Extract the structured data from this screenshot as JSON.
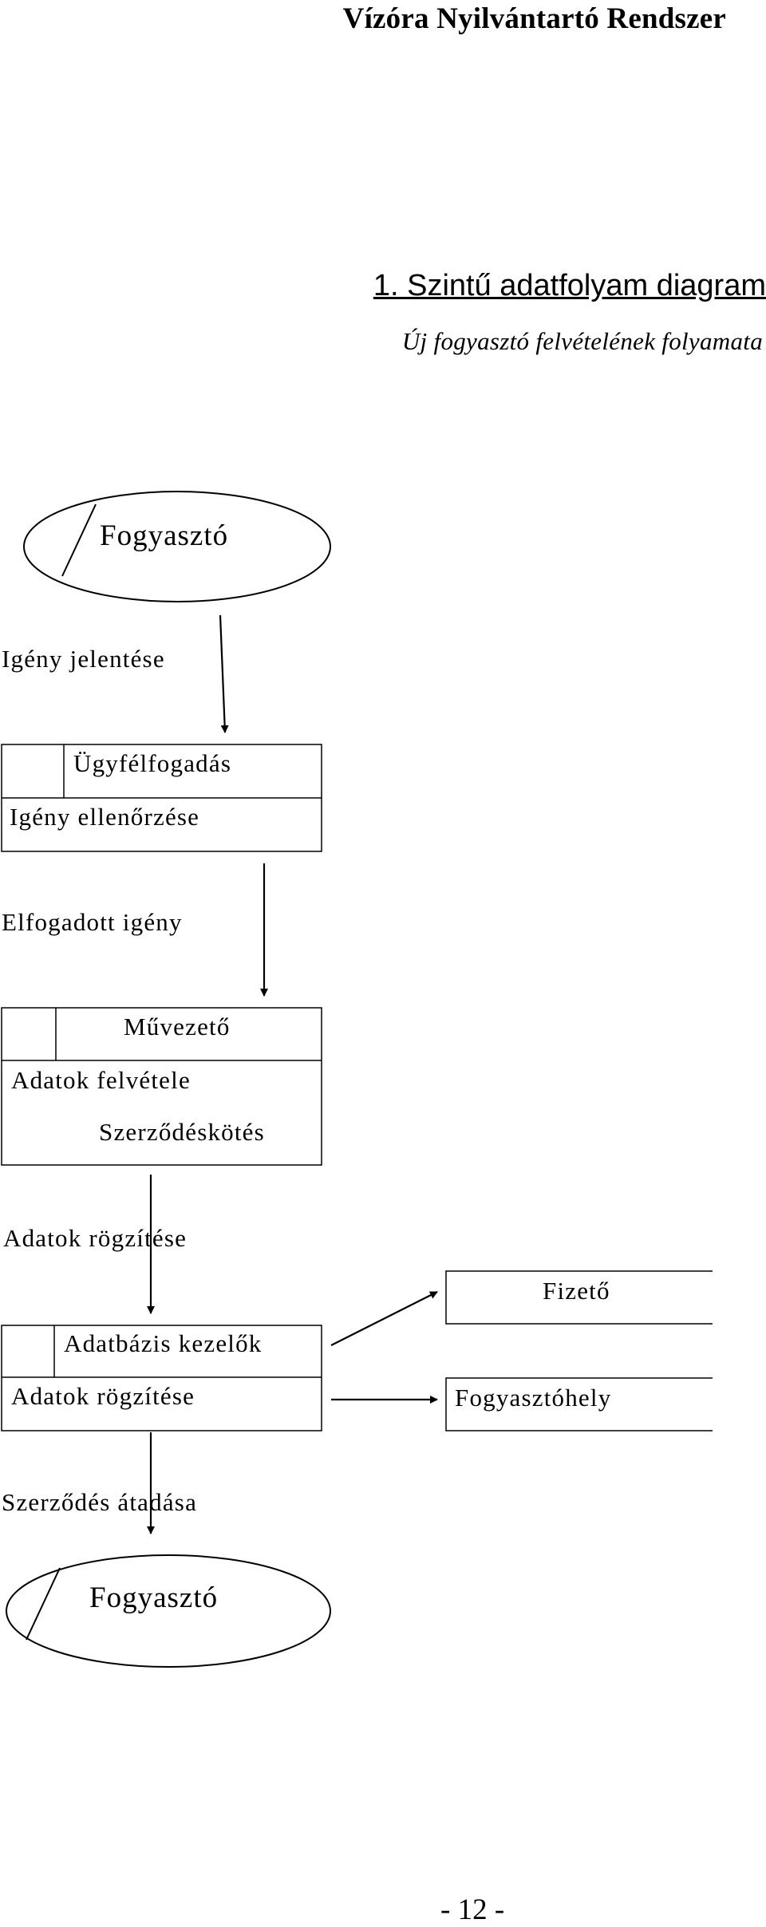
{
  "header": {
    "title": "Vízóra Nyilvántartó Rendszer"
  },
  "section": {
    "title": "1. Szintű adatfolyam diagram",
    "subtitle": "Új fogyasztó felvételének folyamata"
  },
  "diagram": {
    "entity_top": "Fogyasztó",
    "flow_1": "Igény jelentése",
    "process_1": {
      "actor": "Ügyfélfogadás",
      "name": "Igény ellenőrzése"
    },
    "flow_2": "Elfogadott igény",
    "process_2": {
      "actor": "Művezető",
      "name": "Adatok felvétele",
      "extra": "Szerződéskötés"
    },
    "flow_3": "Adatok rögzítése",
    "process_3": {
      "actor": "Adatbázis kezelők",
      "name": "Adatok rögzítése"
    },
    "store_1": "Fizető",
    "store_2": "Fogyasztóhely",
    "flow_4": "Szerződés átadása",
    "entity_bottom": "Fogyasztó"
  },
  "footer": {
    "page": "- 12 -"
  }
}
